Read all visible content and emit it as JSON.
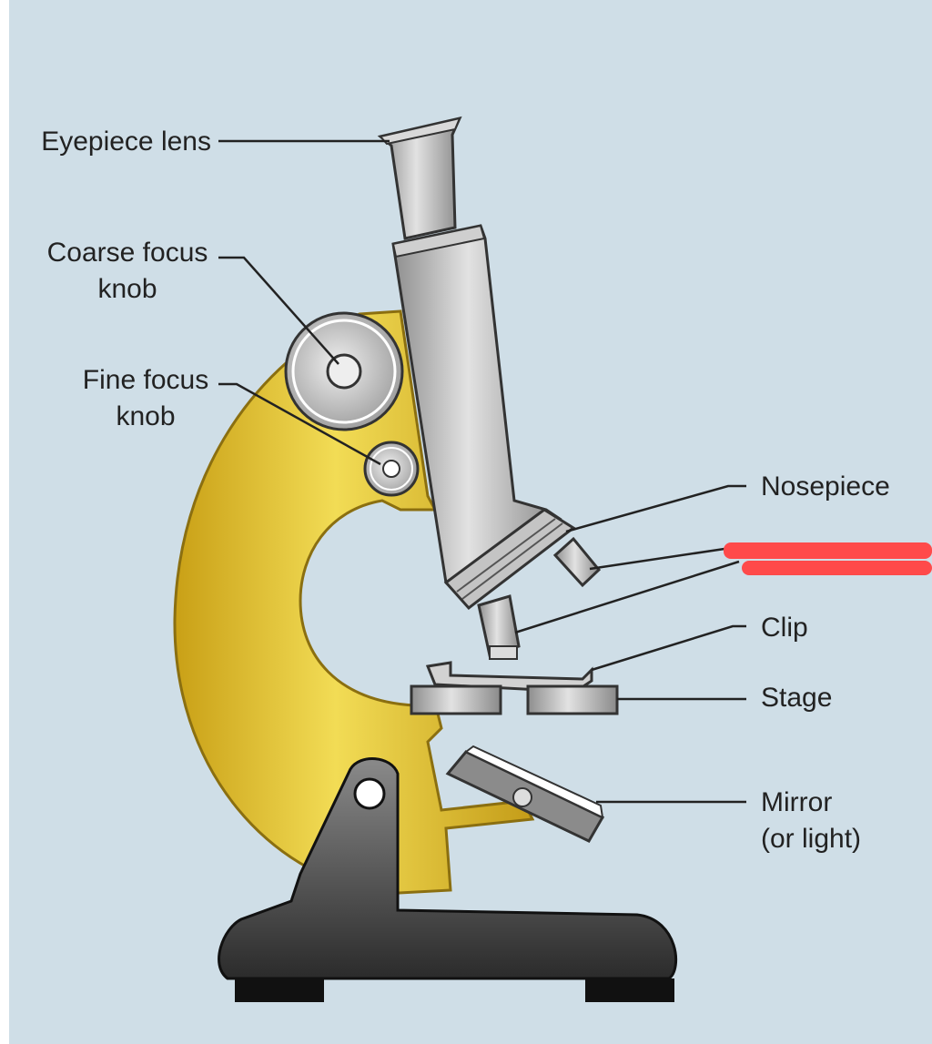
{
  "diagram": {
    "labels": {
      "eyepiece": "Eyepiece lens",
      "coarse_focus": [
        "Coarse focus",
        "knob"
      ],
      "fine_focus": [
        "Fine focus",
        "knob"
      ],
      "nosepiece": "Nosepiece",
      "clip": "Clip",
      "stage": "Stage",
      "mirror": [
        "Mirror",
        "(or light)"
      ]
    },
    "colors": {
      "background": "#cfdee7",
      "arm": "#d8b520",
      "metal": "#b9b9b9",
      "base": "#3c3c3c",
      "redaction": "#ff4a4a"
    }
  }
}
